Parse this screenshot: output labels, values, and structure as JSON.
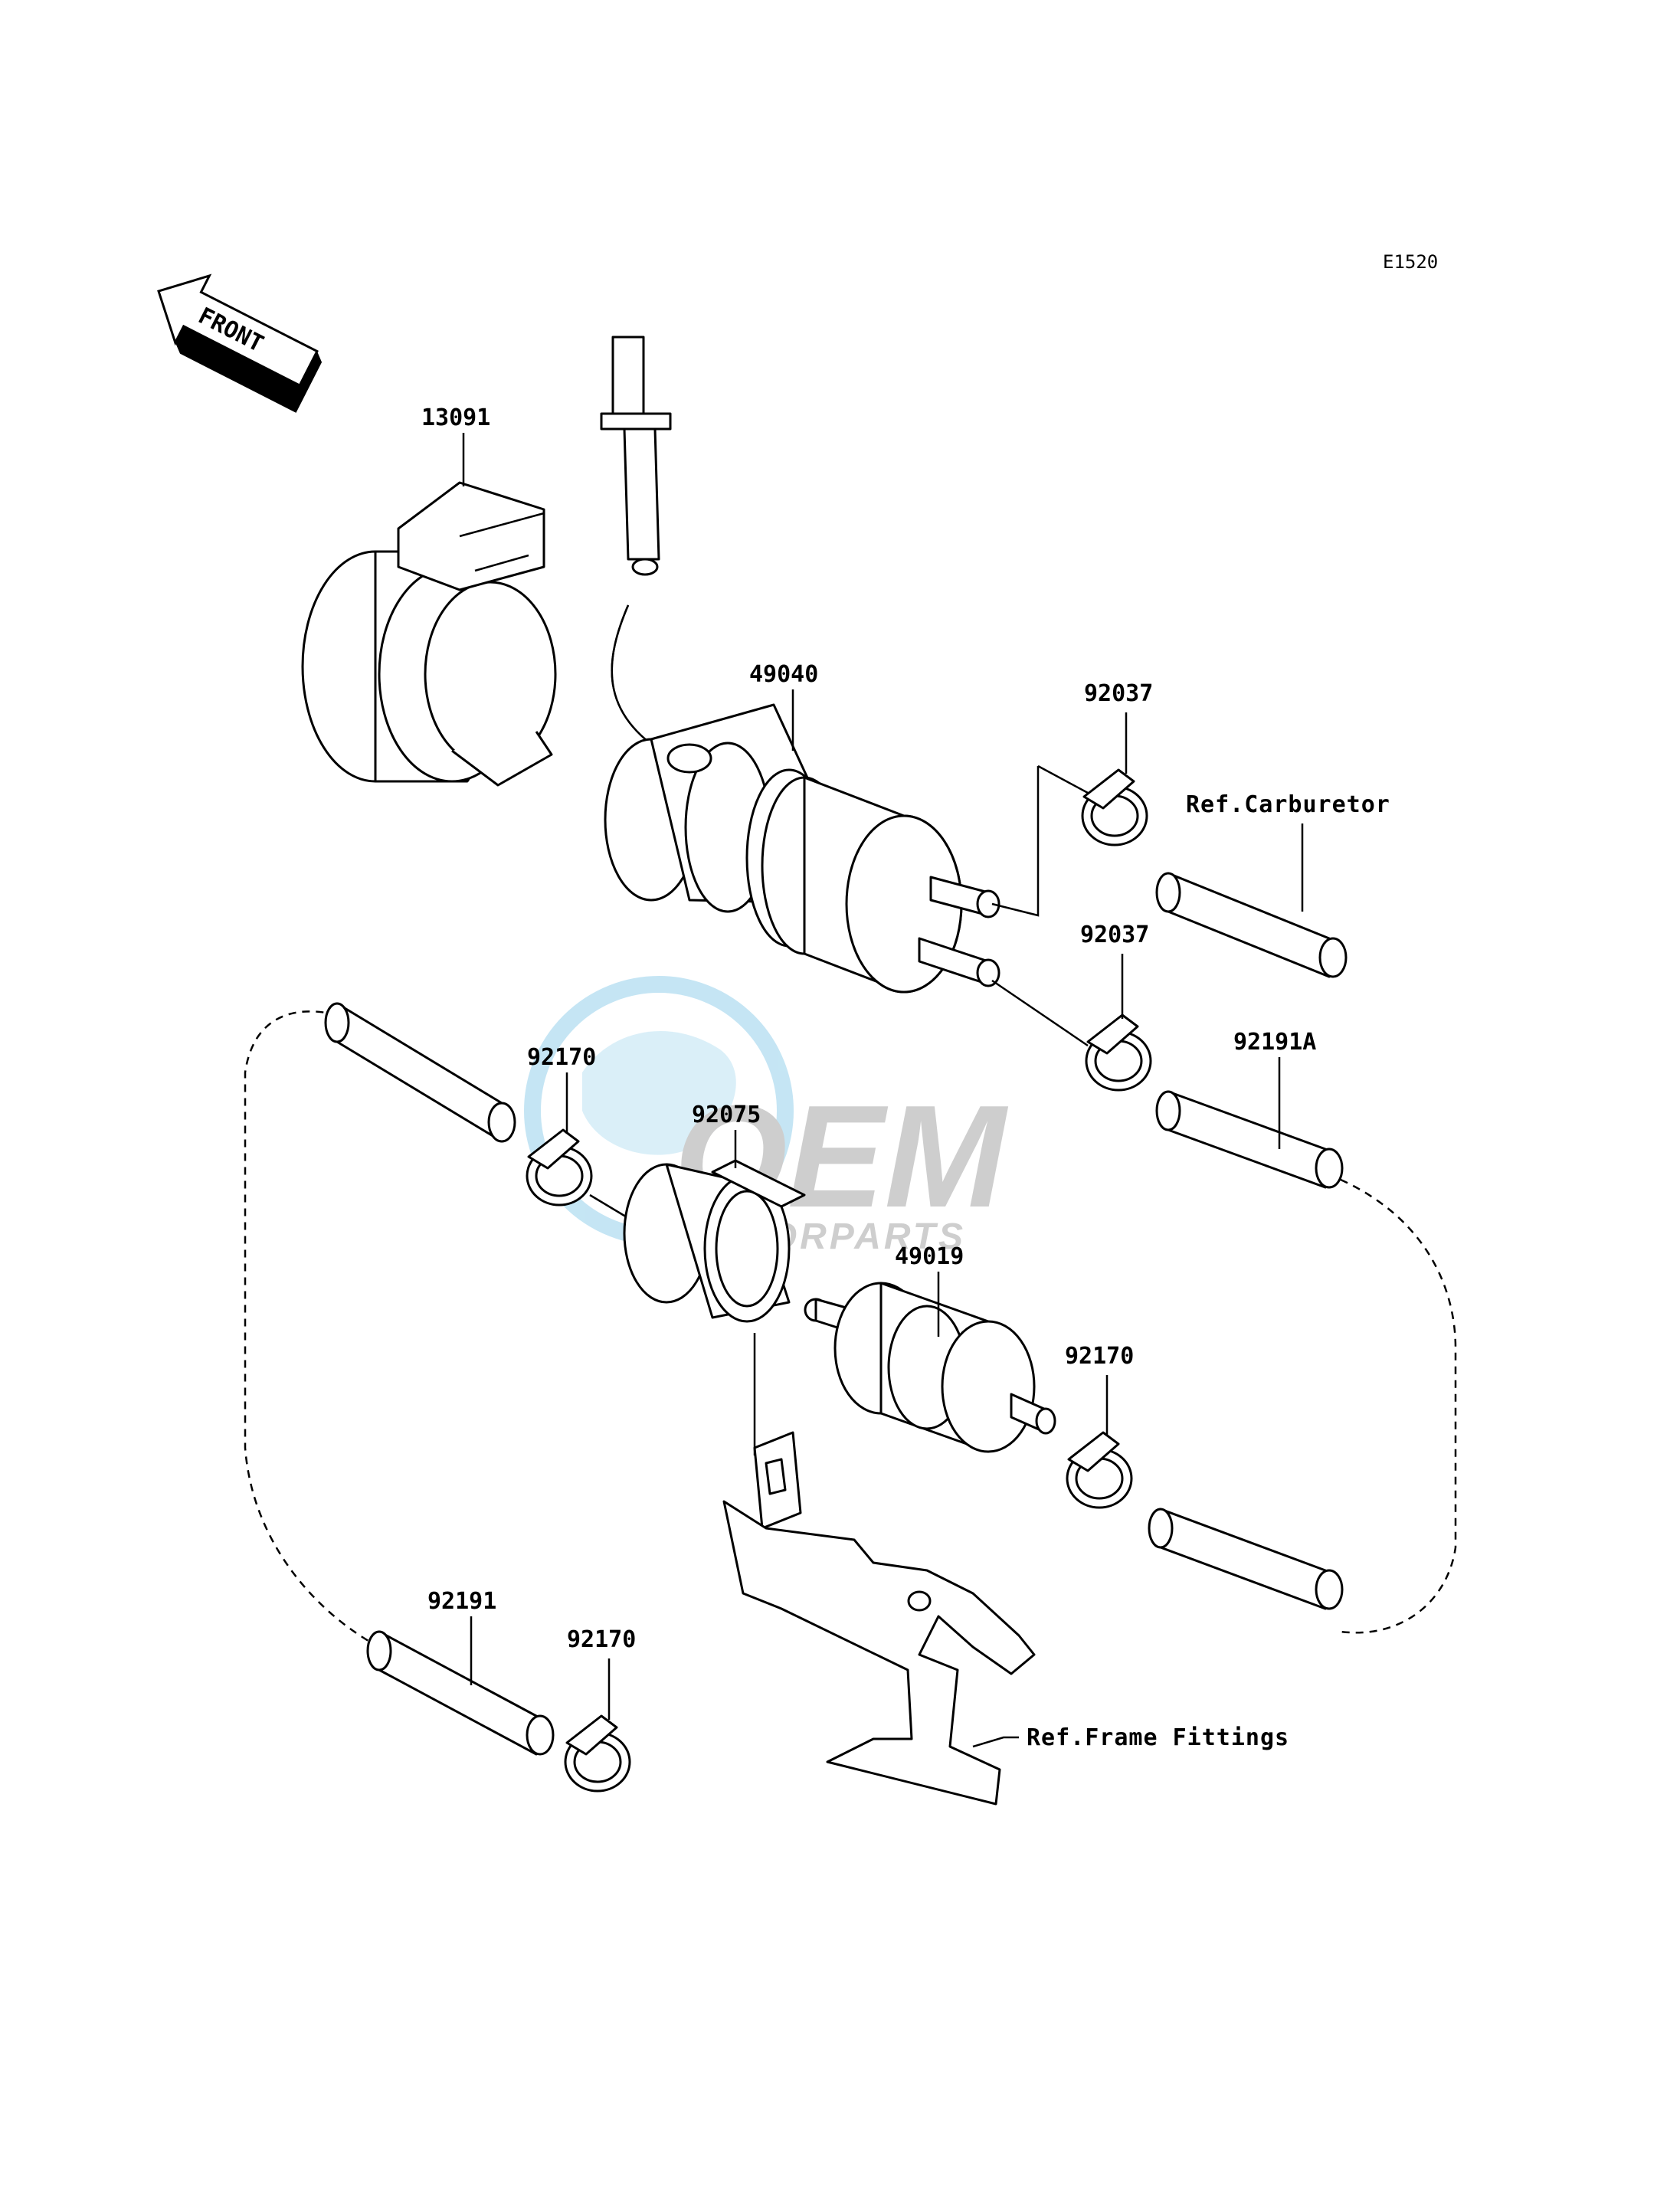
{
  "diagram_code": "E1520",
  "front_arrow_label": "FRONT",
  "watermark": {
    "brand": "OEM",
    "sub": "MOTORPARTS"
  },
  "parts": {
    "p13091": "13091",
    "p49040": "49040",
    "p92037_top": "92037",
    "p92037_bottom": "92037",
    "p92170_left": "92170",
    "p92075": "92075",
    "p49019": "49019",
    "p92170_right": "92170",
    "p92191A": "92191A",
    "p92191": "92191",
    "p92170_bottom": "92170"
  },
  "references": {
    "carburetor": "Ref.Carburetor",
    "frame_fittings": "Ref.Frame Fittings"
  }
}
